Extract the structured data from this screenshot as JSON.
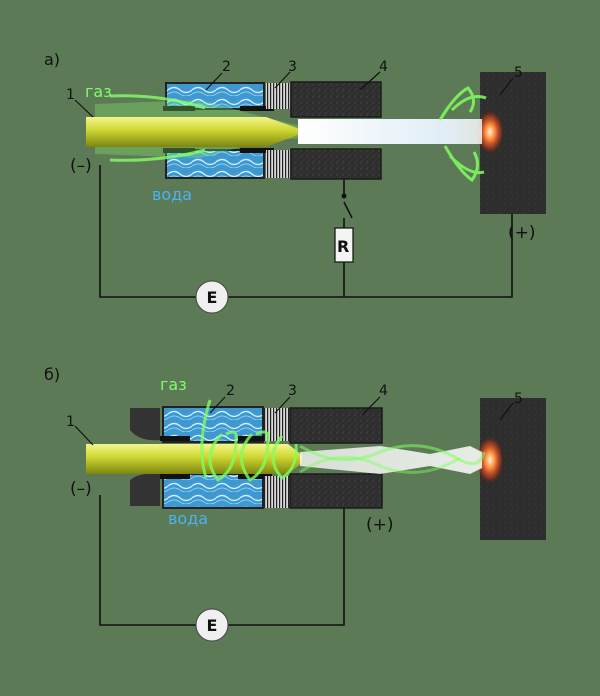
{
  "colors": {
    "background": "#5d7a56",
    "gas_label": "#7dff6a",
    "water_label": "#48b4f0",
    "electrode": "#c8d22a",
    "wire": "#111111",
    "block_dark": "#2c2c2c",
    "workpiece": "#2a2a2a"
  },
  "panels": {
    "a": {
      "label": "а)",
      "gas_label": "газ",
      "water_label": "вода",
      "cathode_label": "(–)",
      "anode_label": "(+)",
      "resistor_label": "R",
      "source_label": "E",
      "part_numbers": [
        "1",
        "2",
        "3",
        "4",
        "5"
      ]
    },
    "b": {
      "label": "б)",
      "gas_label": "газ",
      "water_label": "вода",
      "cathode_label": "(–)",
      "anode_label": "(+)",
      "source_label": "E",
      "part_numbers": [
        "1",
        "2",
        "3",
        "4",
        "5"
      ]
    }
  }
}
